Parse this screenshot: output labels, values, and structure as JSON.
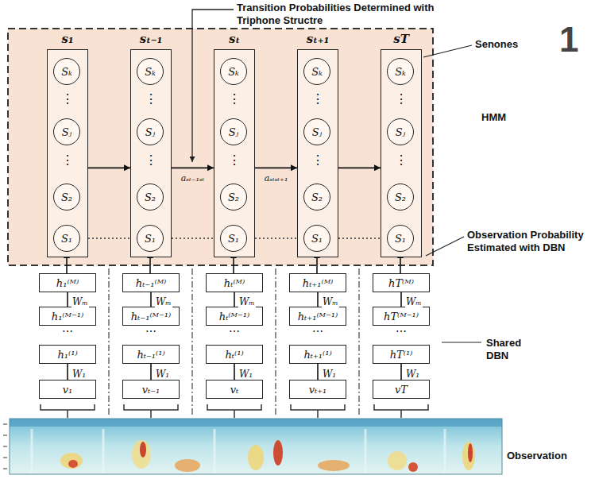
{
  "diagram": {
    "nodes": [
      {
        "text": [
          "s₁"
        ]
      },
      {
        "text": [
          "Sₖ"
        ],
        "in": 0
      },
      {
        "text": [
          "Sⱼ"
        ],
        "in": 0
      },
      {
        "text": [
          "S₂"
        ],
        "in": 0
      },
      {
        "text": [
          "S₁"
        ],
        "in": 0
      },
      {
        "text": [
          "sₜ₋₁"
        ]
      },
      {
        "text": [
          "Sₖ"
        ],
        "in": 5
      },
      {
        "text": [
          "Sⱼ"
        ],
        "in": 5
      },
      {
        "text": [
          "S₂"
        ],
        "in": 5
      },
      {
        "text": [
          "S₁"
        ],
        "in": 5
      },
      {
        "text": [
          "sₜ"
        ]
      },
      {
        "text": [
          "Sₖ"
        ],
        "in": 10
      },
      {
        "text": [
          "Sⱼ"
        ],
        "in": 10
      },
      {
        "text": [
          "S₂"
        ],
        "in": 10
      },
      {
        "text": [
          "S₁"
        ],
        "in": 10
      },
      {
        "text": [
          "sₜ₊₁"
        ]
      },
      {
        "text": [
          "Sₖ"
        ],
        "in": 15
      },
      {
        "text": [
          "Sⱼ"
        ],
        "in": 15
      },
      {
        "text": [
          "S₂"
        ],
        "in": 15
      },
      {
        "text": [
          "S₁"
        ],
        "in": 15
      },
      {
        "text": [
          "sT"
        ]
      },
      {
        "text": [
          "Sₖ"
        ],
        "in": 20
      },
      {
        "text": [
          "Sⱼ"
        ],
        "in": 20
      },
      {
        "text": [
          "S₂"
        ],
        "in": 20
      },
      {
        "text": [
          "S₁"
        ],
        "in": 20
      },
      {
        "text": [
          "h₁⁽ᴹ⁾"
        ]
      },
      {
        "text": [
          "h₁⁽ᴹ⁻¹⁾"
        ]
      },
      {
        "text": [
          "h₁⁽¹⁾"
        ]
      },
      {
        "text": [
          "v₁"
        ]
      },
      {
        "text": [
          "hₜ₋₁⁽ᴹ⁾"
        ]
      },
      {
        "text": [
          "hₜ₋₁⁽ᴹ⁻¹⁾"
        ]
      },
      {
        "text": [
          "hₜ₋₁⁽¹⁾"
        ]
      },
      {
        "text": [
          "vₜ₋₁"
        ]
      },
      {
        "text": [
          "hₜ⁽ᴹ⁾"
        ]
      },
      {
        "text": [
          "hₜ⁽ᴹ⁻¹⁾"
        ]
      },
      {
        "text": [
          "hₜ⁽¹⁾"
        ]
      },
      {
        "text": [
          "vₜ"
        ]
      },
      {
        "text": [
          "hₜ₊₁⁽ᴹ⁾"
        ]
      },
      {
        "text": [
          "hₜ₊₁⁽ᴹ⁻¹⁾"
        ]
      },
      {
        "text": [
          "hₜ₊₁⁽¹⁾"
        ]
      },
      {
        "text": [
          "vₜ₊₁"
        ]
      },
      {
        "text": [
          "hT⁽ᴹ⁾"
        ]
      },
      {
        "text": [
          "hT⁽ᴹ⁻¹⁾"
        ]
      },
      {
        "text": [
          "hT⁽¹⁾"
        ]
      },
      {
        "text": [
          "vT"
        ]
      }
    ],
    "edges": [
      {
        "from": 0,
        "to": 5,
        "arrow": "to"
      },
      {
        "from": 5,
        "to": 10,
        "arrow": "to",
        "label": "aₛₜ₋₁ₛₜ"
      },
      {
        "from": 10,
        "to": 15,
        "arrow": "to",
        "label": "aₛₜₛₜ₊₁"
      },
      {
        "from": 15,
        "to": 20,
        "arrow": "to"
      },
      {
        "from": 25,
        "to": 4,
        "arrow": "to"
      },
      {
        "from": 26,
        "to": 25,
        "arrow": "none",
        "label": "Wₘ"
      },
      {
        "from": 28,
        "to": 27,
        "arrow": "none",
        "label": "W₁"
      },
      {
        "from": 29,
        "to": 9,
        "arrow": "to"
      },
      {
        "from": 30,
        "to": 29,
        "arrow": "none",
        "label": "Wₘ"
      },
      {
        "from": 32,
        "to": 31,
        "arrow": "none",
        "label": "W₁"
      },
      {
        "from": 33,
        "to": 14,
        "arrow": "to"
      },
      {
        "from": 34,
        "to": 33,
        "arrow": "none",
        "label": "Wₘ"
      },
      {
        "from": 36,
        "to": 35,
        "arrow": "none",
        "label": "W₁"
      },
      {
        "from": 37,
        "to": 19,
        "arrow": "to"
      },
      {
        "from": 38,
        "to": 37,
        "arrow": "none",
        "label": "Wₘ"
      },
      {
        "from": 40,
        "to": 39,
        "arrow": "none",
        "label": "W₁"
      },
      {
        "from": 41,
        "to": 24,
        "arrow": "to"
      },
      {
        "from": 42,
        "to": 41,
        "arrow": "none",
        "label": "Wₘ"
      },
      {
        "from": 44,
        "to": 43,
        "arrow": "none",
        "label": "W₁"
      }
    ],
    "labels": [
      "Transition Probabilities Determined with Triphone Structre",
      "Senones",
      "HMM",
      "1",
      "Observation Probability Estimated with DBN",
      "Shared DBN",
      "Observation",
      "⋮",
      "⋮",
      "⋮",
      "⋮",
      "⋮",
      "⋮",
      "⋮",
      "⋮",
      "⋮",
      "⋮",
      "⋯",
      "⋯",
      "⋯",
      "⋯",
      "⋯"
    ]
  }
}
